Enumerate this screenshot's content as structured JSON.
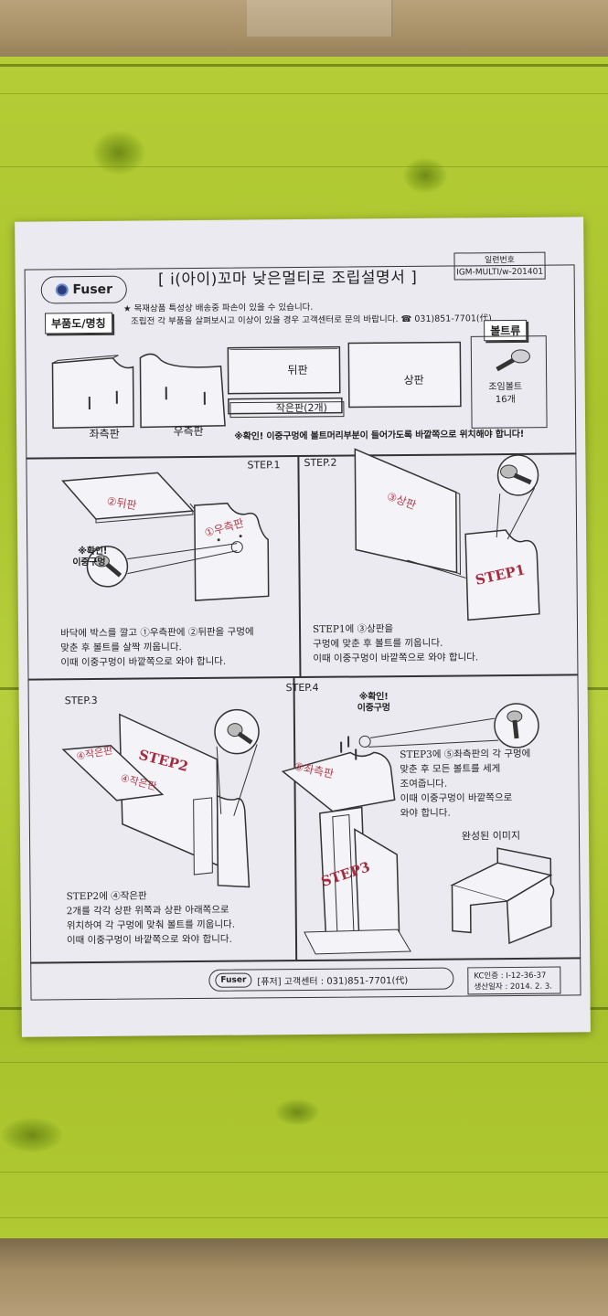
{
  "sheet": {
    "title": "[ i(아이)꼬마 낮은멀티로 조립설명서 ]",
    "logo": "Fuser",
    "serial_label": "일련번호",
    "serial_value": "IGM-MULTI/w-201401",
    "parts_tag": "부품도/명칭",
    "notice_line1": "★ 목재상품 특성상 배송중 파손이 있을 수 있습니다.",
    "notice_line2": "조립전 각 부품을 살펴보시고 이상이 있을 경우 고객센터로 문의 바랍니다. ☎ 031)851-7701(代)",
    "bolt_tag": "볼트류",
    "parts": {
      "left_panel": "좌측판",
      "right_panel": "우측판",
      "back_panel": "뒤판",
      "top_panel": "상판",
      "small_panel": "작은판(2개)",
      "bolt_name": "조임볼트",
      "bolt_count": "16개"
    },
    "confirm_note": "※확인! 이중구멍에 볼트머리부분이 들어가도록 바깥쪽으로 위치해야 합니다!",
    "steps": {
      "step1": {
        "label": "STEP.1",
        "part_a": "②뒤판",
        "part_b": "①우측판",
        "confirm": "※확인!",
        "confirm2": "이중구멍",
        "line1": "바닥에 박스를 깔고 ①우측판에 ②뒤판을 구멍에",
        "line2": "맞춘 후 볼트를 살짝 끼웁니다.",
        "line3": "이때 이중구멍이 바깥쪽으로 와야 합니다."
      },
      "step2": {
        "label": "STEP.2",
        "part_a": "③상판",
        "stamp": "STEP1",
        "line1": "STEP1에 ③상판을",
        "line2": "구멍에 맞춘 후 볼트를 끼웁니다.",
        "line3": "이때 이중구멍이 바깥쪽으로 와야 합니다."
      },
      "step3": {
        "label": "STEP.3",
        "part_a": "④작은판",
        "part_b": "④작은판",
        "stamp": "STEP2",
        "line1": "STEP2에 ④작은판",
        "line2": "2개를 각각 상판 위쪽과 상판 아래쪽으로",
        "line3": "위치하여 각 구멍에 맞춰 볼트를 끼웁니다.",
        "line4": "이때 이중구멍이 바깥쪽으로 와야 합니다."
      },
      "step4": {
        "label": "STEP.4",
        "confirm": "※확인!",
        "confirm2": "이중구멍",
        "part_a": "⑤좌측판",
        "stamp": "STEP3",
        "line1": "STEP3에 ⑤좌측판의 각 구멍에",
        "line2": "맞춘 후 모든 볼트를 세게",
        "line3": "조여줍니다.",
        "line4": "이때 이중구멍이 바깥쪽으로",
        "line5": "와야 합니다.",
        "finished": "완성된 이미지"
      }
    },
    "footer": {
      "mini_logo": "Fuser",
      "text": "[퓨저] 고객센터 : 031)851-7701(代)",
      "kc": "KC인증 : I-12-36-37",
      "date": "생산일자 : 2014. 2. 3."
    }
  }
}
